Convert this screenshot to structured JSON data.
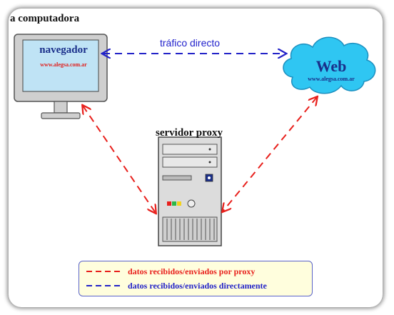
{
  "labels": {
    "computer_title": "a computadora",
    "browser": "navegador",
    "browser_url": "www.alegsa.com.ar",
    "direct_traffic": "tráfico directo",
    "web": "Web",
    "web_url": "www.alegsa.com.ar",
    "proxy_title": "servidor proxy"
  },
  "legend": {
    "proxy": "datos recibidos/enviados por proxy",
    "direct": "datos recibidos/enviados directamente"
  },
  "colors": {
    "proxy_arrow": "#e8201c",
    "direct_arrow": "#2323c8",
    "cloud": "#2fc6f2",
    "screen": "#bfe3f5",
    "monitor": "#cfcfcf"
  }
}
